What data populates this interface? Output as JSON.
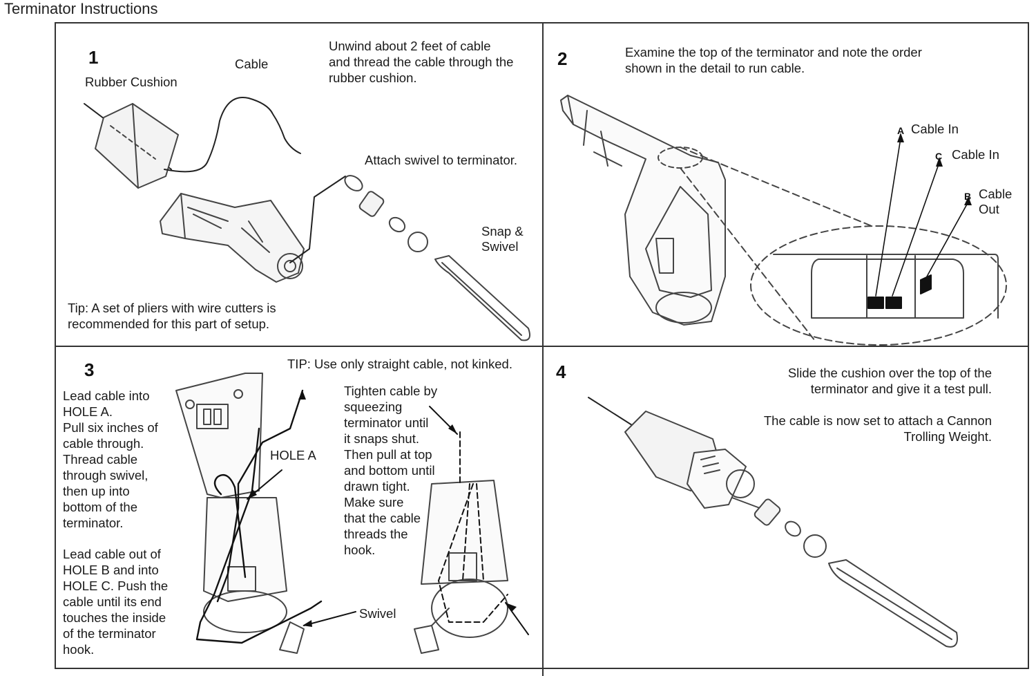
{
  "document": {
    "title": "Terminator Instructions"
  },
  "panel1": {
    "step": "1",
    "labels": {
      "rubber_cushion": "Rubber Cushion",
      "cable": "Cable",
      "snap_swivel": "Snap &\nSwivel"
    },
    "instruction": "Unwind about 2 feet of cable\nand thread the cable through the\nrubber cushion.",
    "attach_text": "Attach swivel to terminator.",
    "tip": "Tip: A set of pliers with wire cutters is\nrecommended for this part of setup."
  },
  "panel2": {
    "step": "2",
    "instruction": "Examine the top of the terminator and note the order\nshown in the detail to run cable.",
    "callouts": [
      {
        "letter": "A",
        "label": "Cable In"
      },
      {
        "letter": "C",
        "label": "Cable In"
      },
      {
        "letter": "B",
        "label": "Cable\nOut"
      }
    ]
  },
  "panel3": {
    "step": "3",
    "tip": "TIP:  Use only straight cable, not kinked.",
    "instruction_left_1": "Lead cable into\nHOLE A.\nPull six inches of\ncable through.\nThread cable\nthrough swivel,\nthen up into\nbottom of the\nterminator.",
    "instruction_left_2": "Lead cable out of\nHOLE B and into\nHOLE C. Push the\ncable until its end\ntouches the inside\nof the terminator\nhook.",
    "hole_a_label": "HOLE A",
    "instruction_middle": "Tighten cable by\nsqueezing\nterminator until\nit snaps shut.\nThen pull at top\nand bottom until\ndrawn tight.\nMake sure\nthat the cable\nthreads the\nhook.",
    "swivel_label": "Swivel"
  },
  "panel4": {
    "step": "4",
    "instruction_1": "Slide the cushion over the top of the\nterminator and give it a test pull.",
    "instruction_2": "The cable is now set to attach a Cannon\nTrolling Weight."
  }
}
